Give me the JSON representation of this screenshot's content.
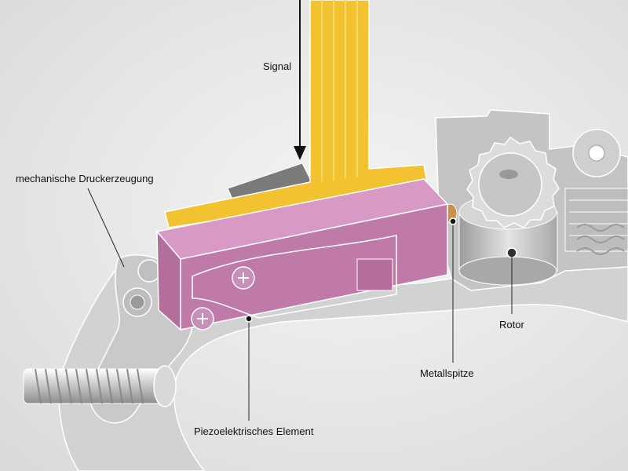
{
  "labels": {
    "signal": "Signal",
    "mechanical_pressure": "mechanische Druckerzeugung",
    "rotor": "Rotor",
    "metal_tip": "Metallspitze",
    "piezo_element": "Piezoelektrisches Element"
  },
  "colors": {
    "piezo": "#c07aa8",
    "piezo_top": "#d89ac4",
    "flex_cable": "#f2c230",
    "flex_cable_light": "#f7d86a",
    "metal_tip": "#c8924a",
    "mechanism": "#cfcfcf",
    "mechanism_outline": "#ffffff",
    "arrow": "#111111"
  }
}
